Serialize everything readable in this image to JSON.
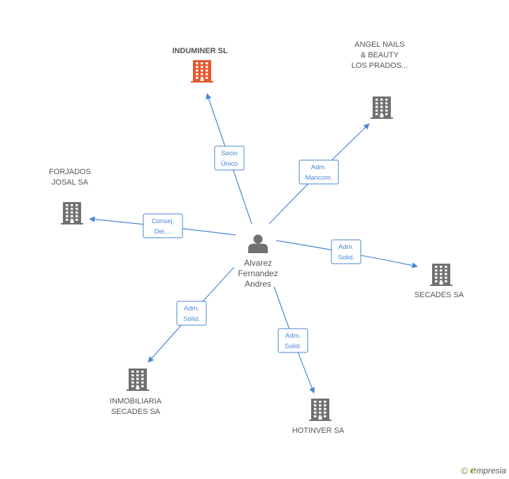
{
  "center": {
    "label_lines": [
      "Alvarez",
      "Fernandez",
      "Andres"
    ],
    "icon": "person-icon"
  },
  "nodes": [
    {
      "id": "induminer",
      "label_lines": [
        "INDUMINER SL"
      ],
      "color": "#e8562a",
      "highlight": true,
      "icon": "building-icon"
    },
    {
      "id": "angel-nails",
      "label_lines": [
        "ANGEL NAILS",
        "& BEAUTY",
        "LOS PRADOS..."
      ],
      "color": "#707070",
      "icon": "building-icon"
    },
    {
      "id": "forjados",
      "label_lines": [
        "FORJADOS",
        "JOSAL SA"
      ],
      "color": "#707070",
      "icon": "building-icon"
    },
    {
      "id": "secades",
      "label_lines": [
        "SECADES SA"
      ],
      "color": "#707070",
      "icon": "building-icon"
    },
    {
      "id": "inmobiliaria",
      "label_lines": [
        "INMOBILIARIA",
        "SECADES SA"
      ],
      "color": "#707070",
      "icon": "building-icon"
    },
    {
      "id": "hotinver",
      "label_lines": [
        "HOTINVER SA"
      ],
      "color": "#707070",
      "icon": "building-icon"
    }
  ],
  "edges": [
    {
      "to": "induminer",
      "label_lines": [
        "Socio",
        "Único"
      ]
    },
    {
      "to": "angel-nails",
      "label_lines": [
        "Adm.",
        "Mancom."
      ]
    },
    {
      "to": "forjados",
      "label_lines": [
        "Consej.",
        "Del...."
      ]
    },
    {
      "to": "secades",
      "label_lines": [
        "Adm.",
        "Solid."
      ]
    },
    {
      "to": "inmobiliaria",
      "label_lines": [
        "Adm.",
        "Solid."
      ]
    },
    {
      "to": "hotinver",
      "label_lines": [
        "Adm.",
        "Solid."
      ]
    }
  ],
  "colors": {
    "edge": "#4a86d4",
    "person": "#707070"
  },
  "footer": {
    "copyright": "©",
    "brand_initial": "e",
    "brand_rest": "mpresia"
  }
}
